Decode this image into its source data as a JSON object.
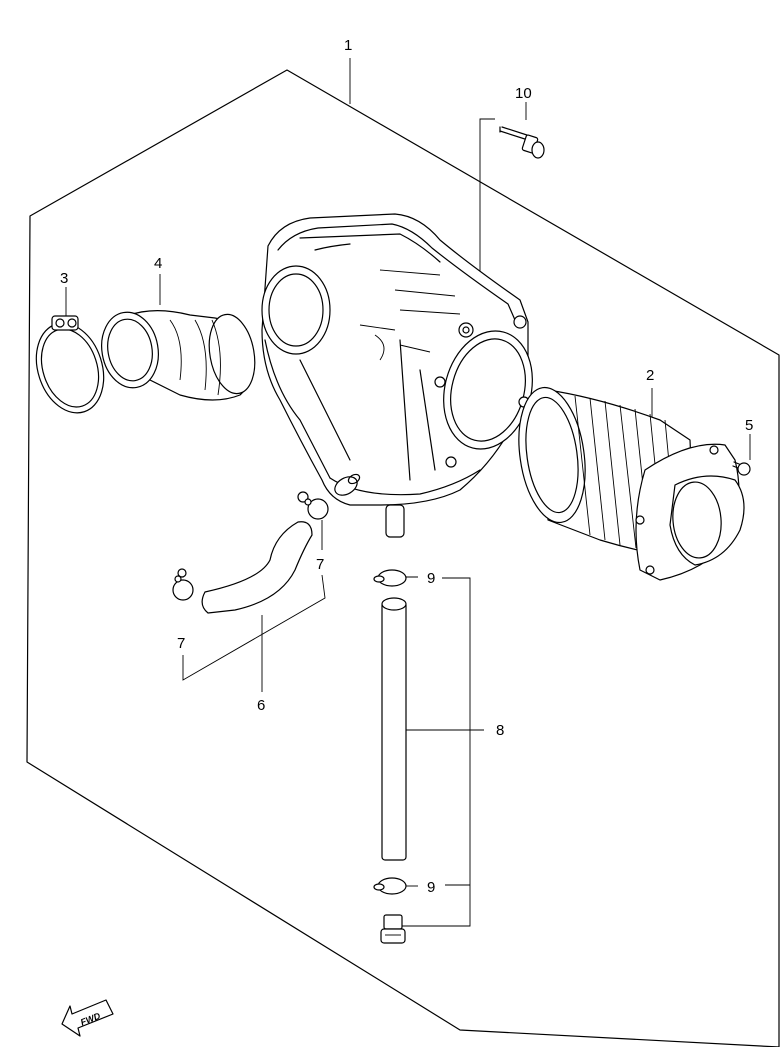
{
  "diagram": {
    "callouts": [
      "1",
      "2",
      "3",
      "4",
      "5",
      "6",
      "7",
      "7",
      "8",
      "9",
      "9",
      "10"
    ],
    "fwd_label": "FWD"
  }
}
